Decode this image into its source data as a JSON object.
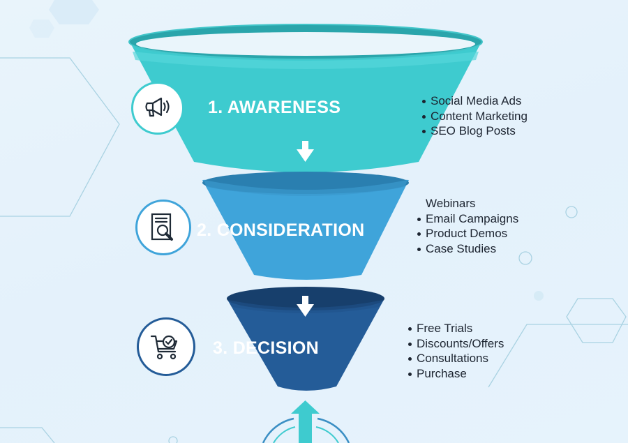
{
  "diagram": {
    "type": "marketing-funnel",
    "colors": {
      "background": "#e7f3fb",
      "awareness": "#3ecbcf",
      "awareness_rim": "#2aa5ab",
      "consideration": "#3fa4da",
      "consideration_rim": "#2a7fb0",
      "decision": "#245c98",
      "decision_rim": "#173f6c",
      "text": "#1c2430",
      "decor_line": "#9fcfe0"
    },
    "stages": [
      {
        "title": "1. AWARENESS",
        "icon": "megaphone-icon",
        "items": [
          {
            "label": "Social Media Ads",
            "bullet": true
          },
          {
            "label": "Content Marketing",
            "bullet": true
          },
          {
            "label": "SEO Blog Posts",
            "bullet": true
          }
        ]
      },
      {
        "title": "2. CONSIDERATION",
        "icon": "document-search-icon",
        "items": [
          {
            "label": "Webinars",
            "bullet": false
          },
          {
            "label": "Email Campaigns",
            "bullet": true
          },
          {
            "label": "Product Demos",
            "bullet": true
          },
          {
            "label": "Case Studies",
            "bullet": true
          }
        ]
      },
      {
        "title": "3. DECISION",
        "icon": "cart-check-icon",
        "items": [
          {
            "label": "Free Trials",
            "bullet": true
          },
          {
            "label": "Discounts/Offers",
            "bullet": true
          },
          {
            "label": "Consultations",
            "bullet": true
          },
          {
            "label": "Purchase",
            "bullet": true
          }
        ]
      }
    ],
    "flow_arrows": [
      "down-arrow-icon",
      "down-arrow-icon",
      "up-arrow-icon"
    ]
  }
}
